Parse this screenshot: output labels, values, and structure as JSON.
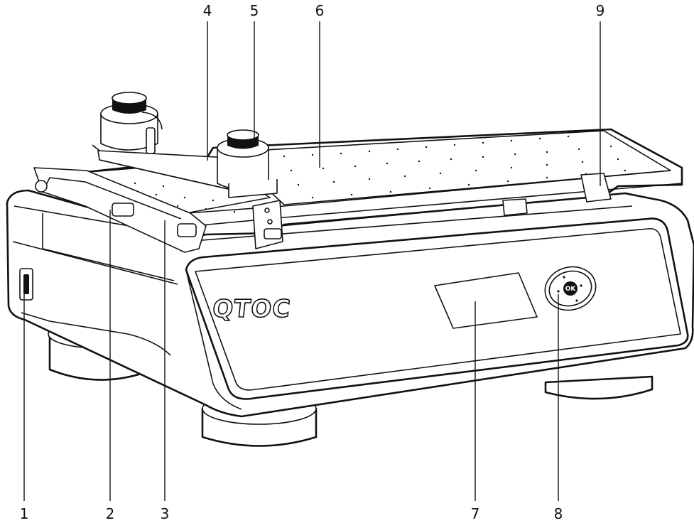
{
  "brand_logo": "QTOC",
  "ok_button_label": "OK",
  "callouts": [
    "1",
    "2",
    "3",
    "4",
    "5",
    "6",
    "7",
    "8",
    "9"
  ]
}
